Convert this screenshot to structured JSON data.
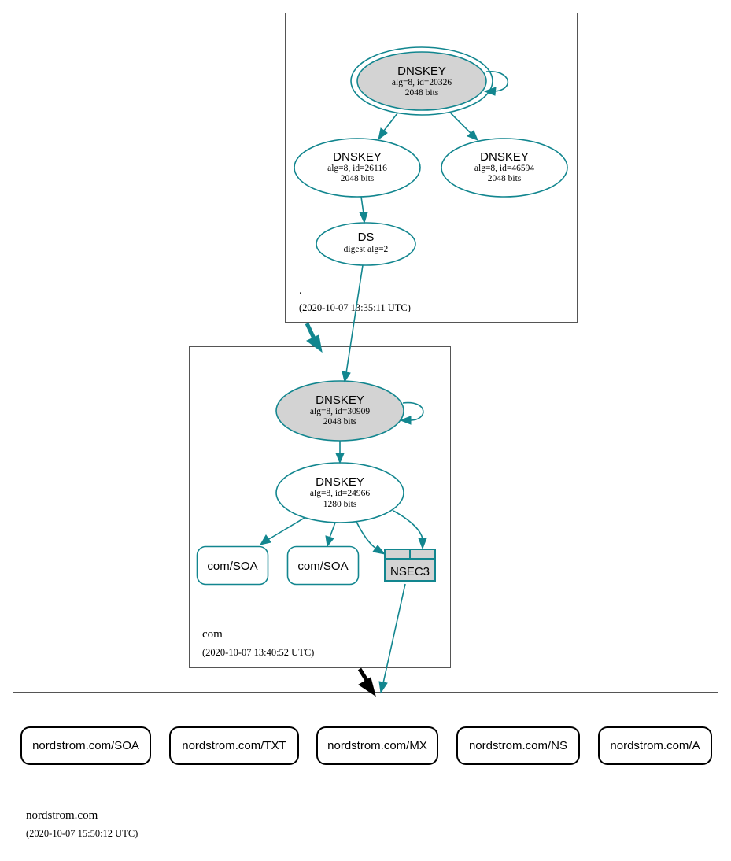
{
  "zones": {
    "root": {
      "label": ".",
      "timestamp": "(2020-10-07 13:35:11 UTC)",
      "ksk": {
        "title": "DNSKEY",
        "line1": "alg=8, id=20326",
        "line2": "2048 bits"
      },
      "zsk1": {
        "title": "DNSKEY",
        "line1": "alg=8, id=26116",
        "line2": "2048 bits"
      },
      "zsk2": {
        "title": "DNSKEY",
        "line1": "alg=8, id=46594",
        "line2": "2048 bits"
      },
      "ds": {
        "title": "DS",
        "line1": "digest alg=2"
      }
    },
    "com": {
      "label": "com",
      "timestamp": "(2020-10-07 13:40:52 UTC)",
      "ksk": {
        "title": "DNSKEY",
        "line1": "alg=8, id=30909",
        "line2": "2048 bits"
      },
      "zsk": {
        "title": "DNSKEY",
        "line1": "alg=8, id=24966",
        "line2": "1280 bits"
      },
      "soa1": "com/SOA",
      "soa2": "com/SOA",
      "nsec3": "NSEC3"
    },
    "nordstrom": {
      "label": "nordstrom.com",
      "timestamp": "(2020-10-07 15:50:12 UTC)",
      "records": [
        "nordstrom.com/SOA",
        "nordstrom.com/TXT",
        "nordstrom.com/MX",
        "nordstrom.com/NS",
        "nordstrom.com/A"
      ]
    }
  },
  "colors": {
    "edge": "#12868f",
    "key_fill": "#d3d3d3",
    "delegation_secure": "#12868f",
    "delegation_insecure": "#000000"
  }
}
